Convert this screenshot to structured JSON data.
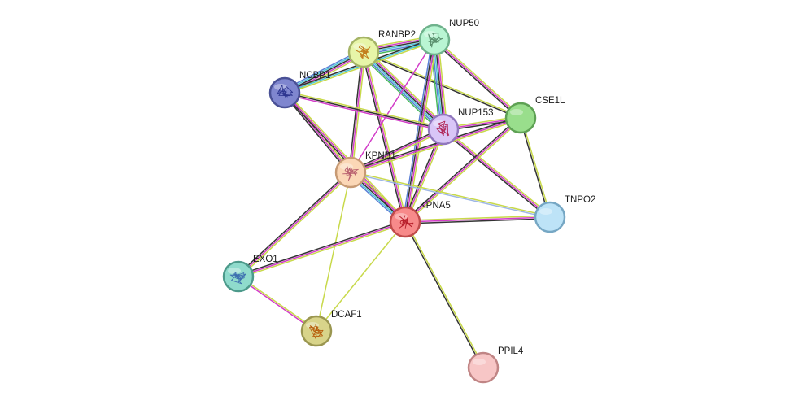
{
  "nodes": [
    {
      "id": "RANBP2",
      "label": "RANBP2",
      "fill": "#e7f5a8",
      "stroke": "#a5b466",
      "glyph": "#c27c1c"
    },
    {
      "id": "NUP50",
      "label": "NUP50",
      "fill": "#b9f5d3",
      "stroke": "#6fb28c",
      "glyph": "#5a8f6e"
    },
    {
      "id": "NCBP1",
      "label": "NCBP1",
      "fill": "#7f86cf",
      "stroke": "#4a5196",
      "glyph": "#2d3590"
    },
    {
      "id": "NUP153",
      "label": "NUP153",
      "fill": "#d9c6f7",
      "stroke": "#9077bd",
      "glyph": "#b0285a"
    },
    {
      "id": "CSE1L",
      "label": "CSE1L",
      "fill": "#99de8c",
      "stroke": "#5ea154",
      "glyph": null
    },
    {
      "id": "KPNB1",
      "label": "KPNB1",
      "fill": "#fbd7b6",
      "stroke": "#c79a74",
      "glyph": "#b85f6e"
    },
    {
      "id": "KPNA5",
      "label": "KPNA5",
      "fill": "#f78a8a",
      "stroke": "#c04b4b",
      "glyph": "#b8202c"
    },
    {
      "id": "TNPO2",
      "label": "TNPO2",
      "fill": "#bde3f7",
      "stroke": "#76a7c4",
      "glyph": null
    },
    {
      "id": "EXO1",
      "label": "EXO1",
      "fill": "#8fdbcc",
      "stroke": "#4d9a8b",
      "glyph": "#3d6fb0"
    },
    {
      "id": "DCAF1",
      "label": "DCAF1",
      "fill": "#d8d48a",
      "stroke": "#9a9650",
      "glyph": "#b8600e"
    },
    {
      "id": "PPIL4",
      "label": "PPIL4",
      "fill": "#f7c6c6",
      "stroke": "#c08585",
      "glyph": null
    }
  ],
  "edge_colors": {
    "yellow": "#c8d94a",
    "magenta": "#d23cc8",
    "black": "#333333",
    "cyan": "#4ec6d8",
    "blue": "#5a7fd6",
    "green": "#46b85a",
    "lightblue": "#9db6e6"
  },
  "edges": [
    {
      "a": "RANBP2",
      "b": "NUP50",
      "types": [
        "yellow",
        "magenta",
        "black",
        "cyan",
        "blue",
        "green"
      ]
    },
    {
      "a": "RANBP2",
      "b": "NCBP1",
      "types": [
        "yellow",
        "magenta",
        "black",
        "cyan",
        "blue"
      ]
    },
    {
      "a": "RANBP2",
      "b": "NUP153",
      "types": [
        "yellow",
        "magenta",
        "black",
        "cyan",
        "blue",
        "green"
      ]
    },
    {
      "a": "RANBP2",
      "b": "CSE1L",
      "types": [
        "yellow",
        "black"
      ]
    },
    {
      "a": "RANBP2",
      "b": "KPNB1",
      "types": [
        "yellow",
        "magenta",
        "black"
      ]
    },
    {
      "a": "RANBP2",
      "b": "KPNA5",
      "types": [
        "yellow",
        "magenta",
        "black"
      ]
    },
    {
      "a": "NUP50",
      "b": "NCBP1",
      "types": [
        "yellow",
        "cyan",
        "black"
      ]
    },
    {
      "a": "NUP50",
      "b": "NUP153",
      "types": [
        "yellow",
        "magenta",
        "black",
        "cyan",
        "blue",
        "green"
      ]
    },
    {
      "a": "NUP50",
      "b": "CSE1L",
      "types": [
        "yellow",
        "magenta",
        "black"
      ]
    },
    {
      "a": "NUP50",
      "b": "KPNB1",
      "types": [
        "magenta"
      ]
    },
    {
      "a": "NUP50",
      "b": "KPNA5",
      "types": [
        "yellow",
        "magenta",
        "black",
        "blue"
      ]
    },
    {
      "a": "NCBP1",
      "b": "NUP153",
      "types": [
        "yellow",
        "black",
        "magenta"
      ]
    },
    {
      "a": "NCBP1",
      "b": "KPNB1",
      "types": [
        "yellow",
        "magenta",
        "black"
      ]
    },
    {
      "a": "NCBP1",
      "b": "KPNA5",
      "types": [
        "yellow",
        "magenta",
        "black"
      ]
    },
    {
      "a": "NUP153",
      "b": "CSE1L",
      "types": [
        "yellow",
        "magenta",
        "black"
      ]
    },
    {
      "a": "NUP153",
      "b": "KPNB1",
      "types": [
        "yellow",
        "magenta",
        "black"
      ]
    },
    {
      "a": "NUP153",
      "b": "KPNA5",
      "types": [
        "yellow",
        "magenta",
        "black"
      ]
    },
    {
      "a": "NUP153",
      "b": "TNPO2",
      "types": [
        "yellow",
        "magenta",
        "black"
      ]
    },
    {
      "a": "CSE1L",
      "b": "KPNB1",
      "types": [
        "yellow",
        "magenta",
        "black"
      ]
    },
    {
      "a": "CSE1L",
      "b": "KPNA5",
      "types": [
        "yellow",
        "magenta",
        "black"
      ]
    },
    {
      "a": "CSE1L",
      "b": "TNPO2",
      "types": [
        "yellow",
        "black"
      ]
    },
    {
      "a": "KPNB1",
      "b": "KPNA5",
      "types": [
        "yellow",
        "magenta",
        "black",
        "cyan",
        "blue"
      ]
    },
    {
      "a": "KPNB1",
      "b": "TNPO2",
      "types": [
        "yellow",
        "lightblue"
      ]
    },
    {
      "a": "KPNB1",
      "b": "EXO1",
      "types": [
        "yellow",
        "magenta",
        "black"
      ]
    },
    {
      "a": "KPNB1",
      "b": "DCAF1",
      "types": [
        "yellow"
      ]
    },
    {
      "a": "KPNA5",
      "b": "TNPO2",
      "types": [
        "yellow",
        "magenta",
        "black"
      ]
    },
    {
      "a": "KPNA5",
      "b": "EXO1",
      "types": [
        "yellow",
        "magenta",
        "black"
      ]
    },
    {
      "a": "KPNA5",
      "b": "DCAF1",
      "types": [
        "yellow"
      ]
    },
    {
      "a": "KPNA5",
      "b": "PPIL4",
      "types": [
        "yellow",
        "black"
      ]
    },
    {
      "a": "EXO1",
      "b": "DCAF1",
      "types": [
        "yellow",
        "magenta"
      ]
    }
  ]
}
